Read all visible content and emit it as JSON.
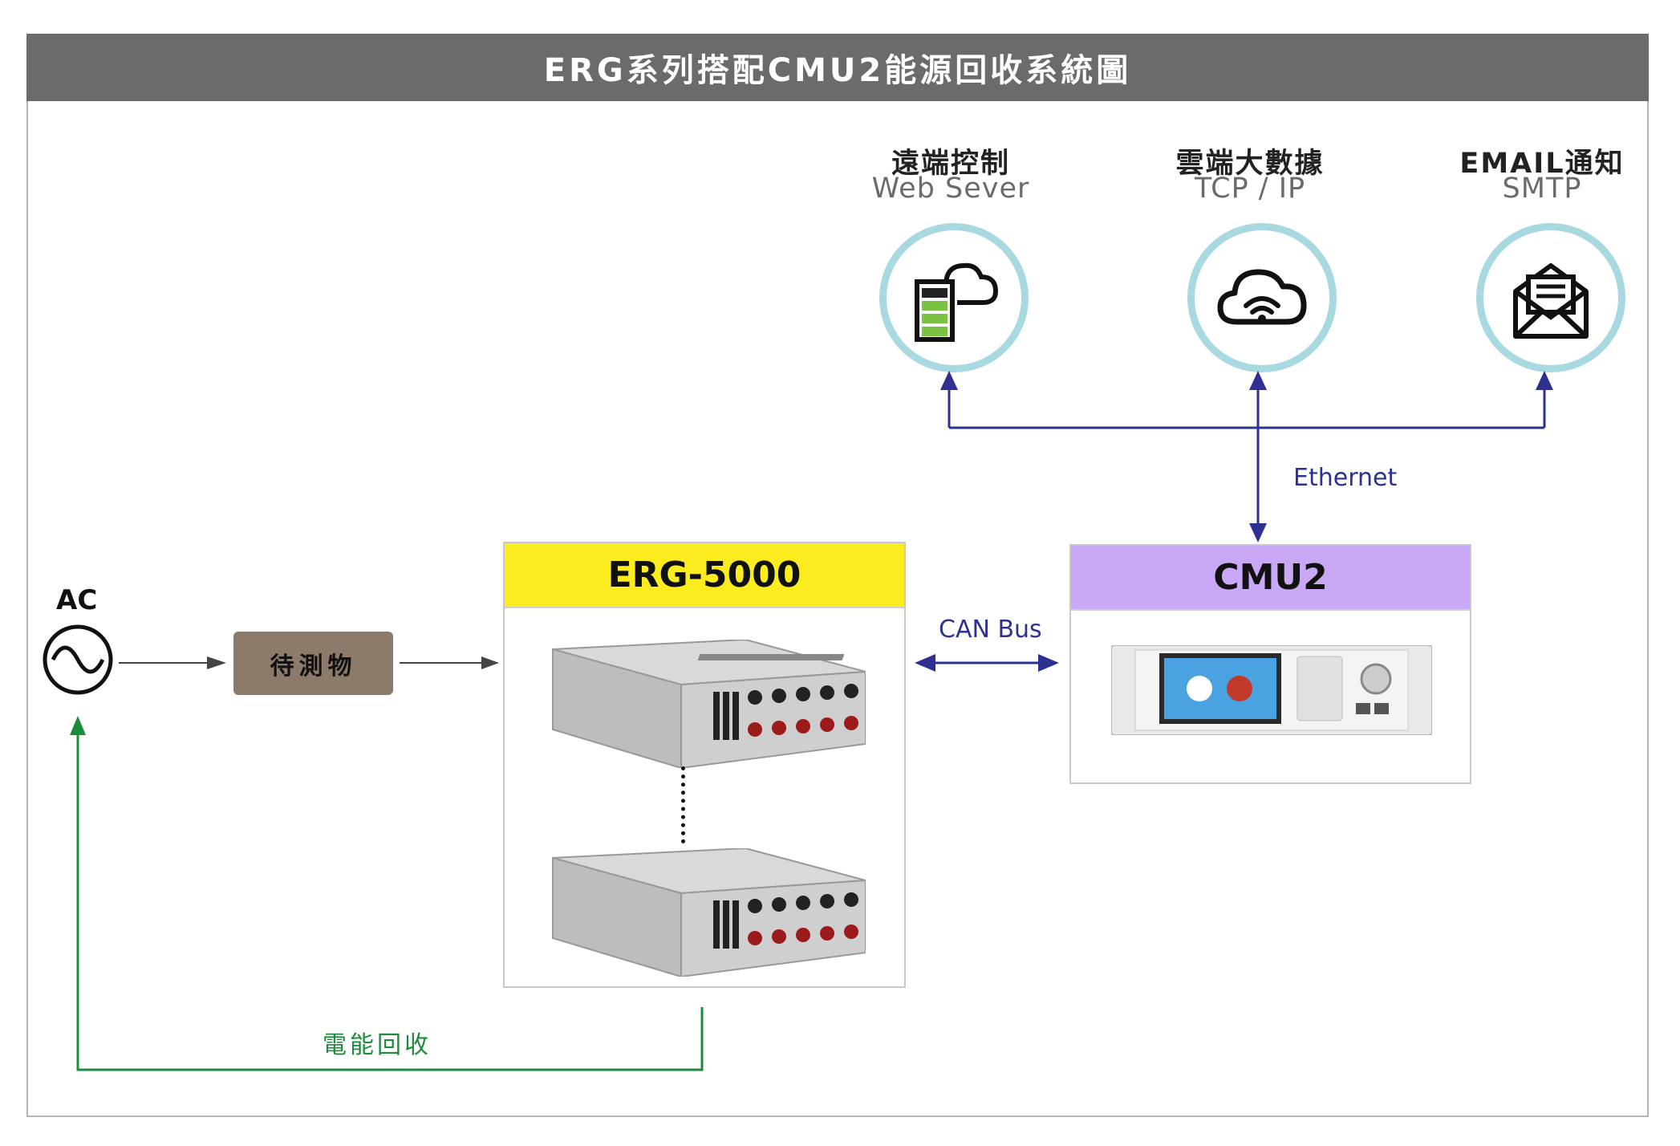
{
  "title": "ERG系列搭配CMU2能源回收系統圖",
  "services": [
    {
      "title": "遠端控制",
      "subtitle": "Web Sever",
      "icon": "cloud-server-icon"
    },
    {
      "title": "雲端大數據",
      "subtitle": "TCP / IP",
      "icon": "cloud-wifi-icon"
    },
    {
      "title": "EMAIL通知",
      "subtitle": "SMTP",
      "icon": "email-icon"
    }
  ],
  "labels": {
    "ethernet": "Ethernet",
    "can_bus": "CAN Bus",
    "energy_recovery": "電能回收",
    "ac": "AC",
    "dut": "待測物"
  },
  "erg": {
    "title": "ERG-5000",
    "header_color": "#fbec1f"
  },
  "cmu": {
    "title": "CMU2",
    "header_color": "#c9a8f5"
  },
  "colors": {
    "network_line": "#2e3192",
    "recovery_line": "#1a8c3a",
    "circle_ring": "#a8d8e0"
  }
}
